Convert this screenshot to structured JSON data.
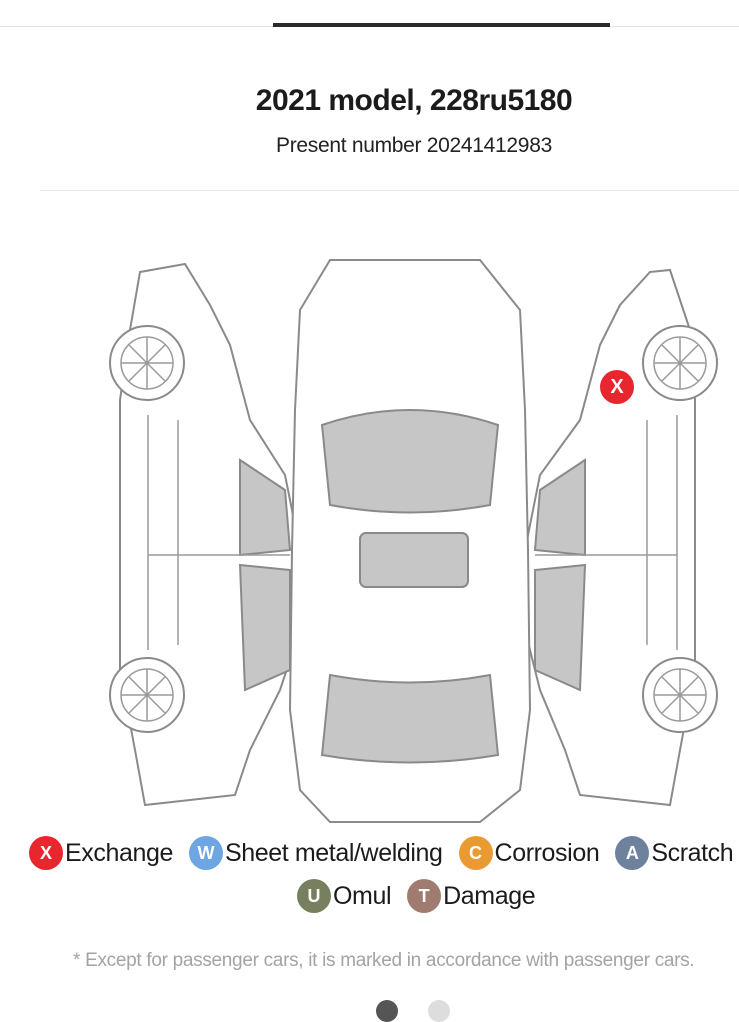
{
  "header": {
    "title": "2021 model, 228ru5180",
    "subtitle": "Present number 20241412983"
  },
  "diagram": {
    "markers": [
      {
        "code": "X"
      }
    ]
  },
  "legend": {
    "items": [
      {
        "code": "X",
        "label": "Exchange",
        "color": "#e8262e"
      },
      {
        "code": "W",
        "label": "Sheet metal/welding",
        "color": "#6ea6e3"
      },
      {
        "code": "C",
        "label": "Corrosion",
        "color": "#ea9a32"
      },
      {
        "code": "A",
        "label": "Scratch",
        "color": "#6e829e"
      },
      {
        "code": "U",
        "label": "Omul",
        "color": "#76805f"
      },
      {
        "code": "T",
        "label": "Damage",
        "color": "#a07c70"
      }
    ]
  },
  "footnote": "* Except for passenger cars, it is marked in accordance with passenger cars.",
  "pager": {
    "active_color": "#555555",
    "inactive_color": "#dddddd"
  }
}
